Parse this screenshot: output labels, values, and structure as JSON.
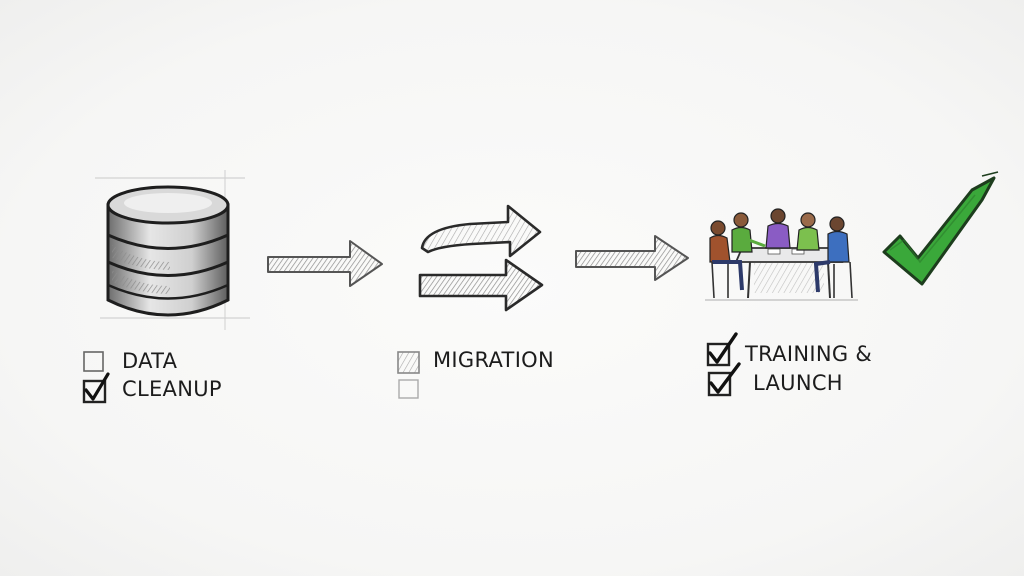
{
  "stages": [
    {
      "name": "data-cleanup",
      "label_line1": "DATA",
      "label_line2": "CLEANUP",
      "checkbox1_checked": false,
      "checkbox2_checked": true,
      "icon": "database-icon"
    },
    {
      "name": "migration",
      "label_line1": "MIGRATION",
      "checkbox1_checked": false,
      "checkbox2_checked": false,
      "icon": "double-arrow-icon"
    },
    {
      "name": "training-launch",
      "label_line1": "TRAINING &",
      "label_line2": "LAUNCH",
      "checkbox1_checked": true,
      "checkbox2_checked": true,
      "icon": "team-meeting-icon"
    }
  ],
  "final_icon": "big-checkmark-icon",
  "colors": {
    "pencil": "#2a2a2a",
    "shade": "#8a8a8a",
    "check_green": "#3aa83a",
    "check_outline": "#1d3d1d"
  }
}
